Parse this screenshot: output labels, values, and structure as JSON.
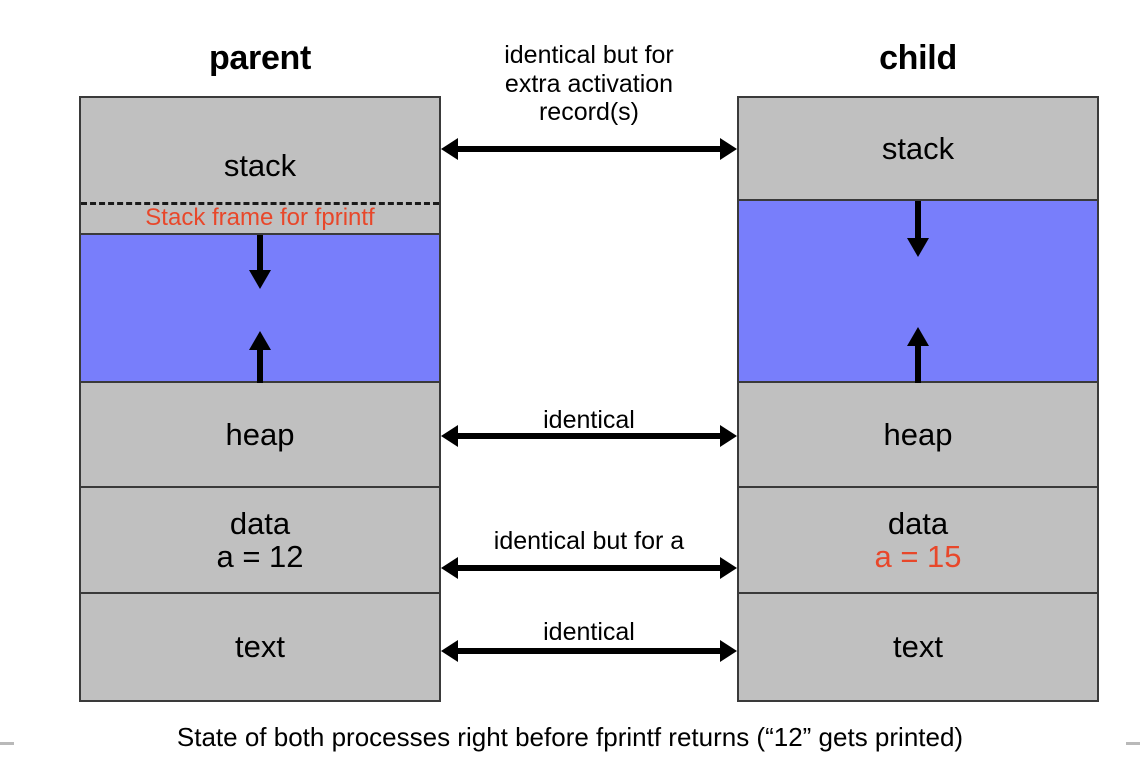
{
  "diagram": {
    "caption": "State of both processes right before fprintf returns (“12” gets printed)",
    "colors": {
      "segment_gray": "#c0c0c0",
      "segment_blue": "#787efb",
      "accent_red": "#e8472a",
      "border": "#3a3a3a",
      "text": "#000000",
      "background": "#ffffff"
    }
  },
  "parent": {
    "title": "parent",
    "segments": {
      "stack": "stack",
      "stack_frame_note": "Stack frame for fprintf",
      "heap": "heap",
      "data": "data",
      "data_value": "a = 12",
      "text": "text"
    }
  },
  "child": {
    "title": "child",
    "segments": {
      "stack": "stack",
      "heap": "heap",
      "data": "data",
      "data_value": "a = 15",
      "text": "text"
    }
  },
  "comparisons": [
    {
      "id": "stack",
      "lines": [
        "identical but for",
        "extra activation",
        "record(s)"
      ]
    },
    {
      "id": "heap",
      "lines": [
        "identical"
      ]
    },
    {
      "id": "data",
      "lines": [
        "identical but for a"
      ]
    },
    {
      "id": "text",
      "lines": [
        "identical"
      ]
    }
  ]
}
